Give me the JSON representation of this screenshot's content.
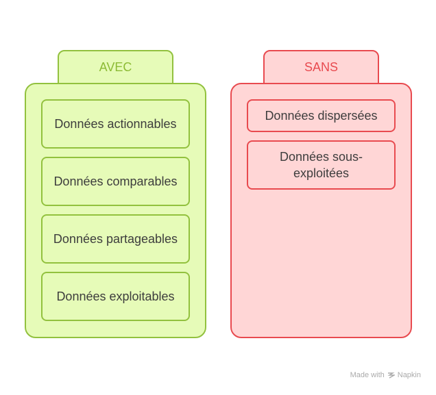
{
  "avec": {
    "title": "AVEC",
    "items": [
      "Données actionnables",
      "Données comparables",
      "Données partageables",
      "Données exploitables"
    ]
  },
  "sans": {
    "title": "SANS",
    "items": [
      "Données dispersées",
      "Données sous-exploitées"
    ]
  },
  "footer": {
    "made_with": "Made with",
    "brand": "Napkin"
  },
  "colors": {
    "green_fill": "#e6fbb8",
    "green_border": "#92c13e",
    "red_fill": "#ffd6d6",
    "red_border": "#e84a4f"
  }
}
